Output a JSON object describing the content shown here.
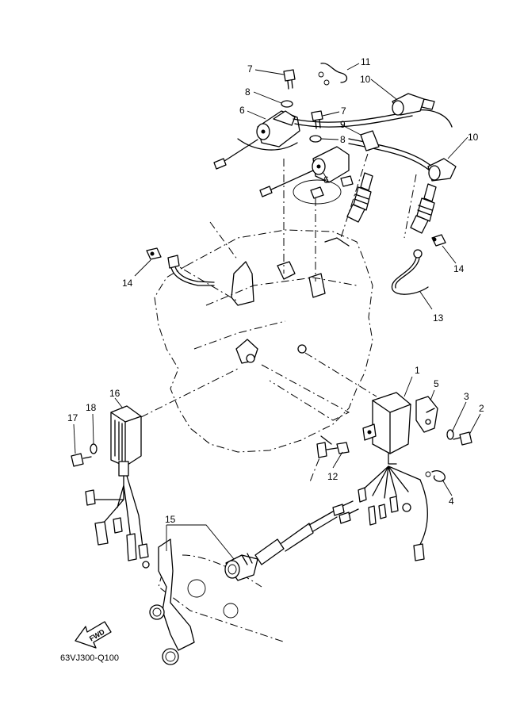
{
  "diagram": {
    "code": "63VJ300-Q100",
    "fwd_label": "FWD",
    "callouts": [
      "1",
      "2",
      "3",
      "4",
      "5",
      "6",
      "6",
      "7",
      "7",
      "8",
      "8",
      "9",
      "10",
      "10",
      "11",
      "12",
      "13",
      "14",
      "14",
      "15",
      "16",
      "17",
      "18"
    ]
  }
}
